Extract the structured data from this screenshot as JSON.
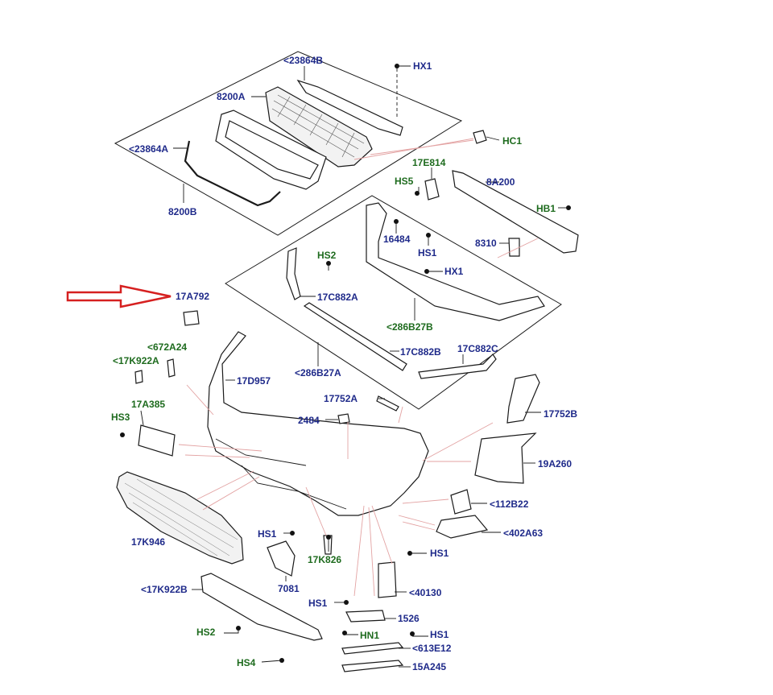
{
  "colors": {
    "label_blue": "#1f2a8a",
    "label_green": "#1e6b1e",
    "pointer_red": "#e3a3a3",
    "arrow_red": "#d62020"
  },
  "labels": {
    "p23864B": "<23864B",
    "HX1_top": "HX1",
    "p8200A": "8200A",
    "HC1": "HC1",
    "p23864A": "<23864A",
    "p8200B": "8200B",
    "p17E814": "17E814",
    "HS5": "HS5",
    "p8A200": "8A200",
    "HB1": "HB1",
    "p16484": "16484",
    "HS1_a": "HS1",
    "p8310": "8310",
    "HS2_a": "HS2",
    "HX1_mid": "HX1",
    "p17C882A": "17C882A",
    "p17A792": "17A792",
    "p286B27B": "<286B27B",
    "p672A24": "<672A24",
    "p17C882B": "17C882B",
    "p17C882C": "17C882C",
    "p17K922A": "<17K922A",
    "p286B27A": "<286B27A",
    "p17D957": "17D957",
    "p17752A": "17752A",
    "p17A385": "17A385",
    "p17752B": "17752B",
    "HS3": "HS3",
    "p2484": "2484",
    "p19A260": "19A260",
    "p112B22": "<112B22",
    "p402A63": "<402A63",
    "HS1_b": "HS1",
    "p17K946": "17K946",
    "p17K826": "17K826",
    "HS1_c": "HS1",
    "p7081": "7081",
    "p17K922B": "<17K922B",
    "p40130": "<40130",
    "HS1_d": "HS1",
    "p1526": "1526",
    "HS2_b": "HS2",
    "HN1": "HN1",
    "HS1_e": "HS1",
    "p613E12": "<613E12",
    "HS4": "HS4",
    "p15A245": "15A245"
  }
}
